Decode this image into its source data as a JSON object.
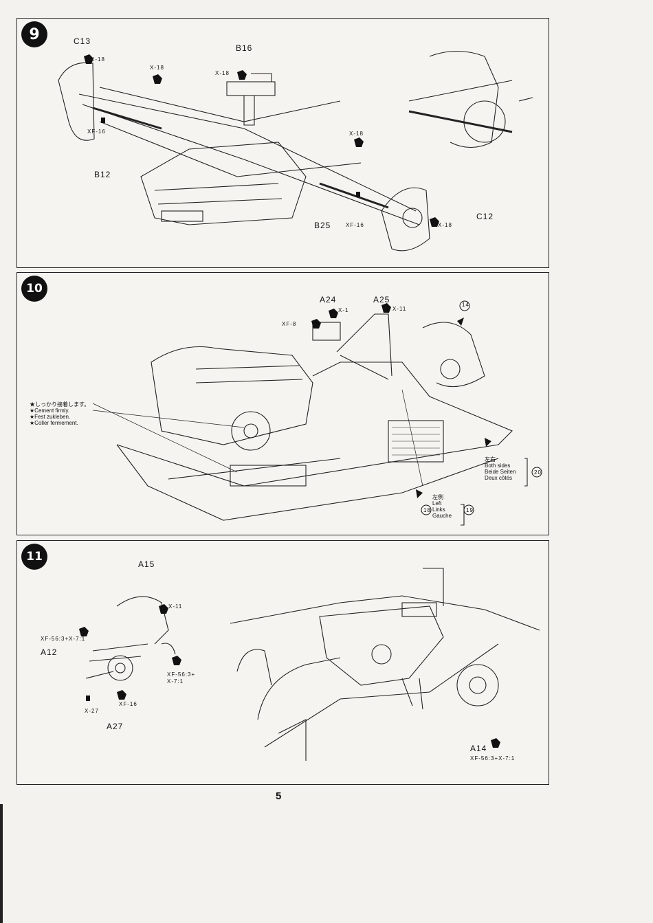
{
  "page_number": "5",
  "step9": {
    "number": "9",
    "labels": {
      "c13": "C13",
      "x18_a": "X-18",
      "x18_b": "X-18",
      "b16": "B16",
      "x18_c": "X-18",
      "xf16_a": "XF-16",
      "b12": "B12",
      "x18_d": "X-18",
      "b25": "B25",
      "xf16_b": "XF-16",
      "c12": "C12",
      "x18_e": "X-18"
    }
  },
  "step10": {
    "number": "10",
    "labels": {
      "a24": "A24",
      "x1": "X-1",
      "xf8": "XF-8",
      "a25": "A25",
      "x11": "X-11",
      "ref14": "14",
      "ref18": "18",
      "ref19": "19",
      "ref20": "20"
    },
    "cement_note": [
      "★しっかり接着します。",
      "★Cement firmly.",
      "★Fest zukleben.",
      "★Coller fermement."
    ],
    "both_sides": [
      "左右",
      "Both sides",
      "Beide Seiten",
      "Deux côtés"
    ],
    "left": [
      "左側",
      "Left",
      "Links",
      "Gauche"
    ]
  },
  "step11": {
    "number": "11",
    "labels": {
      "a15": "A15",
      "x11": "X-11",
      "mix_a": "XF-56:3+X-7:1",
      "a12": "A12",
      "mix_b1": "XF-56:3+",
      "mix_b2": "X-7:1",
      "x27": "X-27",
      "xf16": "XF-16",
      "a27": "A27",
      "a14": "A14",
      "mix_c": "XF-56:3+X-7:1"
    }
  }
}
